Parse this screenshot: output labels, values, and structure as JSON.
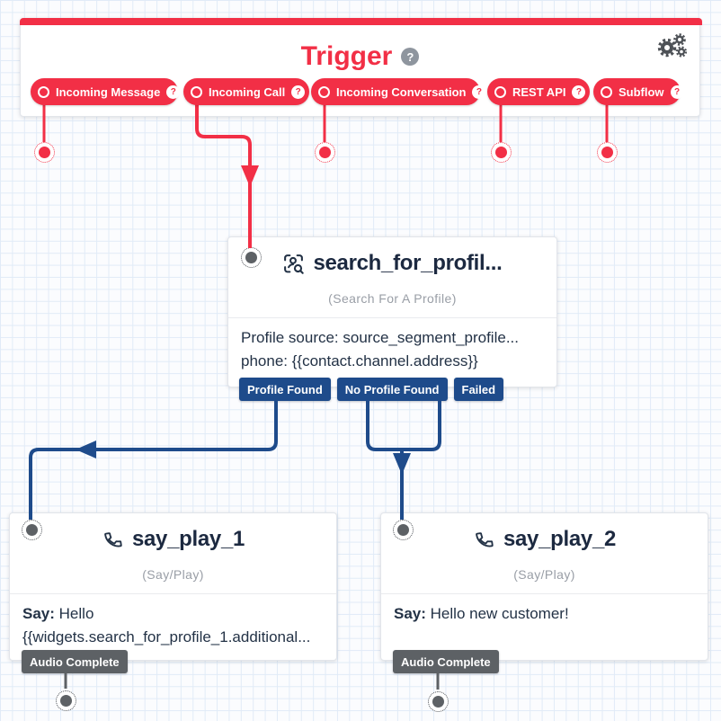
{
  "colors": {
    "accent_red": "#f22f46",
    "transition_blue": "#1e4b8b",
    "transition_gray": "#5d6165",
    "ink": "#1c2940"
  },
  "icons": {
    "help_glyph": "?"
  },
  "trigger": {
    "title": "Trigger",
    "pills": [
      {
        "label": "Incoming Message"
      },
      {
        "label": "Incoming Call"
      },
      {
        "label": "Incoming Conversation"
      },
      {
        "label": "REST API"
      },
      {
        "label": "Subflow"
      }
    ]
  },
  "search_widget": {
    "title": "search_for_profil...",
    "type_label": "(Search For A Profile)",
    "body": {
      "line1": "Profile source: source_segment_profile...",
      "line2": "phone: {{contact.channel.address}}"
    },
    "transitions": [
      {
        "label": "Profile Found"
      },
      {
        "label": "No Profile Found"
      },
      {
        "label": "Failed"
      }
    ]
  },
  "say_play_1": {
    "title": "say_play_1",
    "type_label": "(Say/Play)",
    "body": {
      "say_label": "Say:",
      "say_text": "Hello",
      "line2": "{{widgets.search_for_profile_1.additional..."
    },
    "transition_label": "Audio Complete"
  },
  "say_play_2": {
    "title": "say_play_2",
    "type_label": "(Say/Play)",
    "body": {
      "say_label": "Say:",
      "say_text": "Hello new customer!"
    },
    "transition_label": "Audio Complete"
  }
}
